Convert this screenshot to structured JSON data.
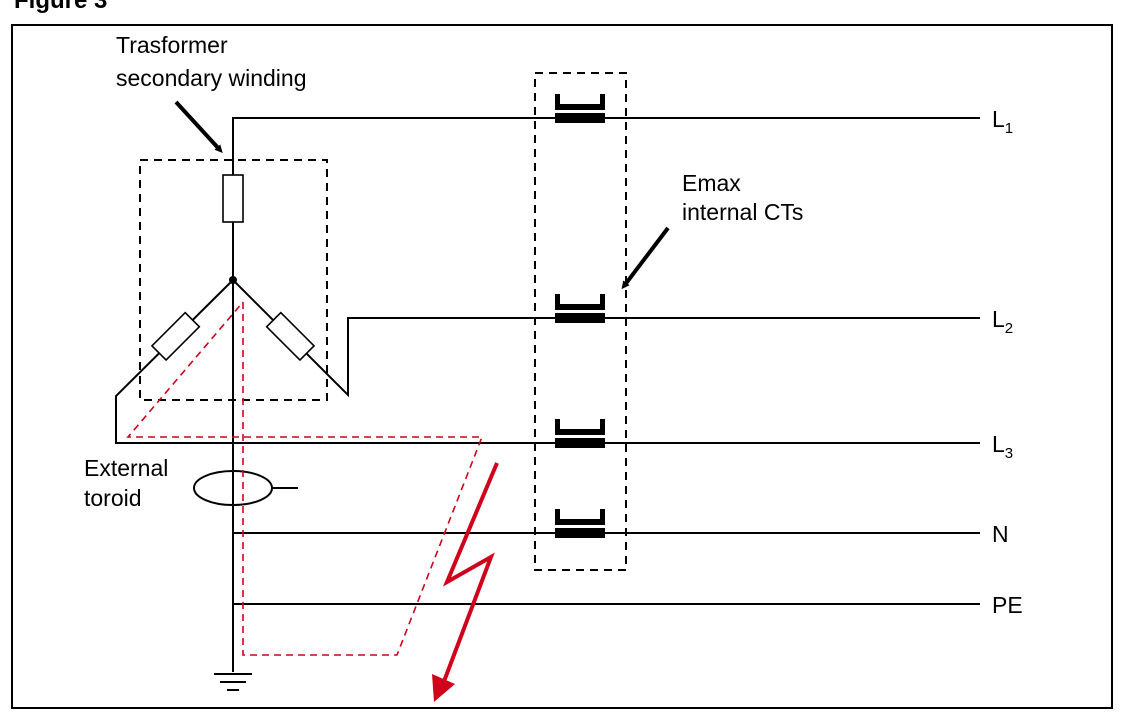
{
  "figure_title": "Figure 3",
  "labels": {
    "transformer_line1": "Trasformer",
    "transformer_line2": "secondary winding",
    "ct_line1": "Emax",
    "ct_line2": "internal CTs",
    "toroid_line1": "External",
    "toroid_line2": "toroid"
  },
  "conductors": [
    {
      "base": "L",
      "sub": "1"
    },
    {
      "base": "L",
      "sub": "2"
    },
    {
      "base": "L",
      "sub": "3"
    },
    {
      "base": "N",
      "sub": ""
    },
    {
      "base": "PE",
      "sub": ""
    }
  ],
  "colors": {
    "fault_path": "#d0021b",
    "lines": "#000000"
  },
  "icons": [
    "resistor-icon",
    "current-transformer-icon",
    "toroid-icon",
    "ground-icon",
    "lightning-fault-icon",
    "arrow-icon"
  ]
}
